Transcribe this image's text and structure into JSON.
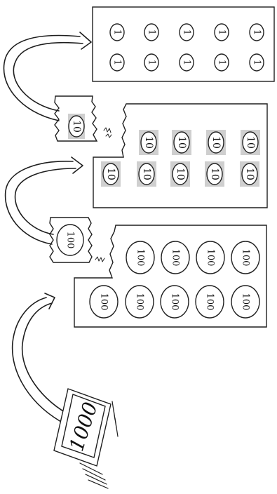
{
  "diagram": {
    "bill": {
      "label": "1000"
    },
    "hundreds": {
      "torn_coin": "100",
      "coins": [
        "100",
        "100",
        "100",
        "100",
        "100",
        "100",
        "100",
        "100",
        "100",
        "100"
      ]
    },
    "tens": {
      "torn_coin": "10",
      "coins": [
        "10",
        "10",
        "10",
        "10",
        "10",
        "10",
        "10",
        "10",
        "10",
        "10"
      ]
    },
    "ones": {
      "coins": [
        "1",
        "1",
        "1",
        "1",
        "1",
        "1",
        "1",
        "1",
        "1",
        "1"
      ]
    }
  }
}
